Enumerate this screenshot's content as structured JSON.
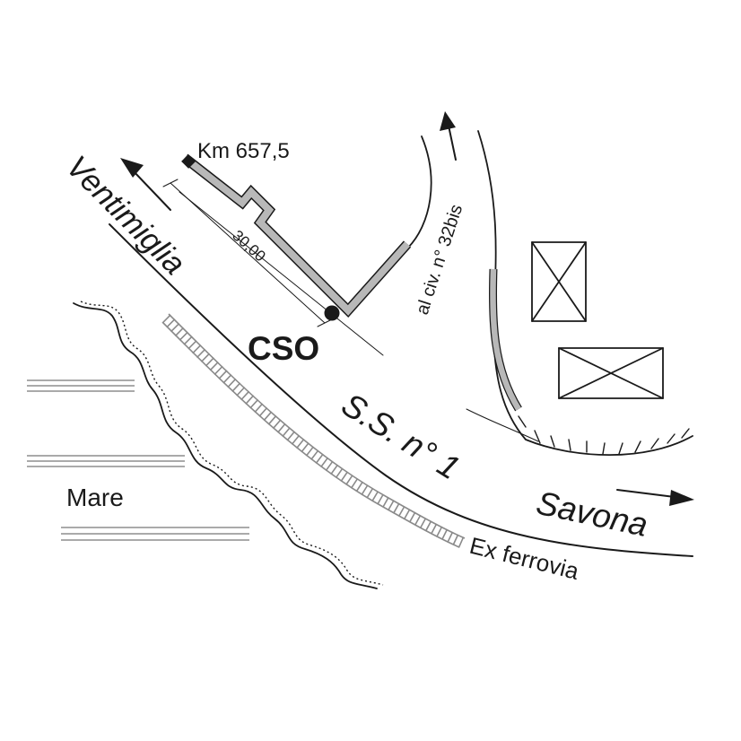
{
  "labels": {
    "km_marker": "Km 657,5",
    "ventimiglia": "Ventimiglia",
    "dimension": "30,00",
    "cso": "CSO",
    "civic_number": "al civ. n° 32bis",
    "road": "S.S. n° 1",
    "savona": "Savona",
    "sea": "Mare",
    "ex_railway": "Ex ferrovia"
  },
  "colors": {
    "ink": "#1a1a1a",
    "pipe_fill": "#b8b8b8",
    "rail": "#8a8a8a",
    "background": "#ffffff"
  },
  "icons": [
    "arrow-ventimiglia-icon",
    "arrow-savona-icon",
    "arrow-north-icon",
    "building-icon",
    "cso-point-icon"
  ]
}
